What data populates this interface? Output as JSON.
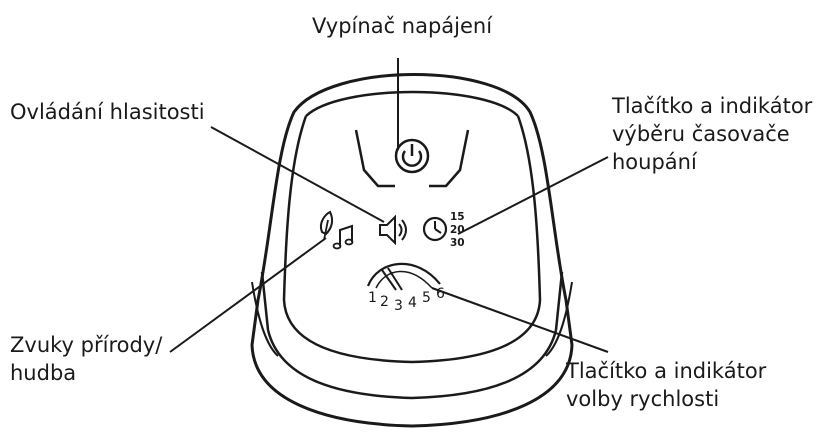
{
  "labels": {
    "power": [
      "Vypínač napájení"
    ],
    "volume": [
      "Ovládání hlasitosti"
    ],
    "timer": [
      "Tlačítko a indikátor",
      "výběru časovače",
      "houpání"
    ],
    "nature": [
      "Zvuky přírody/",
      "hudba"
    ],
    "speed": [
      "Tlačítko a indikátor",
      "volby rychlosti"
    ]
  },
  "timer_options": [
    "15",
    "20",
    "30"
  ],
  "speed_levels": [
    "1",
    "2",
    "3",
    "4",
    "5",
    "6"
  ],
  "icons": {
    "power": "power-icon",
    "volume": "speaker-icon",
    "timer": "clock-icon",
    "nature": "leaf-music-icon"
  },
  "colors": {
    "line": "#1a1a1a",
    "background": "#ffffff"
  }
}
